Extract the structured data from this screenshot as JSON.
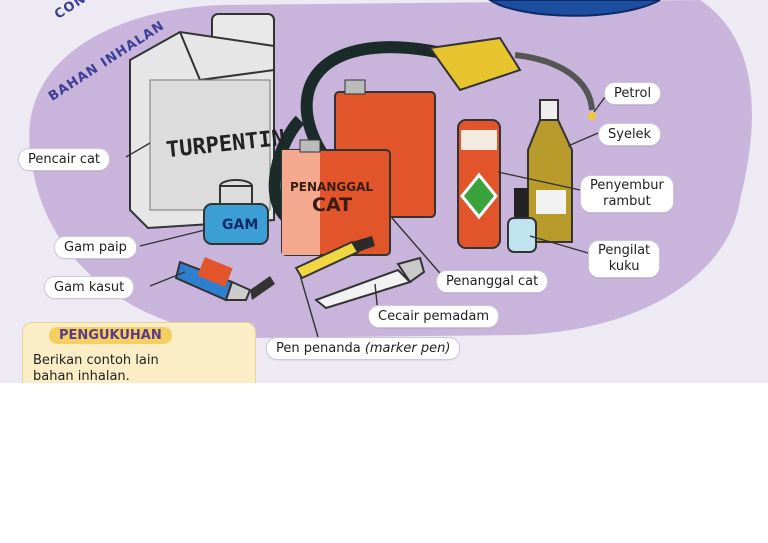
{
  "header": {
    "arc_line1": "CONTOH",
    "arc_line2": "BAHAN INHALAN"
  },
  "products": {
    "turpentine_can_text": "TURPENTIN",
    "paint_can_text_1": "PENANGGAL",
    "paint_can_text_2": "CAT",
    "glue_can_text": "GAM"
  },
  "labels": {
    "pencair_cat": "Pencair cat",
    "gam_paip": "Gam paip",
    "gam_kasut": "Gam kasut",
    "petrol": "Petrol",
    "syelek": "Syelek",
    "penyembur_1": "Penyembur",
    "penyembur_2": "rambut",
    "pengilat_1": "Pengilat",
    "pengilat_2": "kuku",
    "penanggal_cat": "Penanggal cat",
    "cecair_pemadam": "Cecair pemadam",
    "pen_penanda": "Pen penanda",
    "pen_penanda_italic": "(marker pen)"
  },
  "pengukuhan": {
    "title": "PENGUKUHAN",
    "body_1": "Berikan contoh lain",
    "body_2": "bahan inhalan."
  },
  "colors": {
    "blob": "#c9b5dc",
    "accent_blue": "#3b3f95",
    "orange": "#e2552b",
    "yellow": "#f0c83a"
  }
}
